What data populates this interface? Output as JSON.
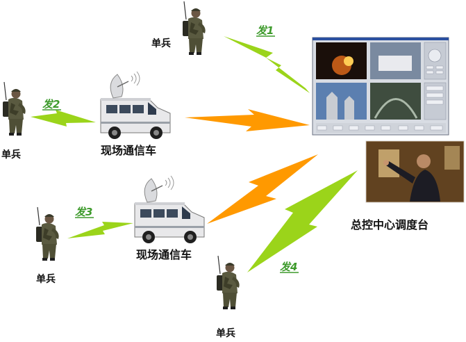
{
  "colors": {
    "green_bolt": "#9bd41a",
    "orange_bolt": "#ff9900",
    "send_label": "#3d9a2b",
    "text": "#111111",
    "uniform": "#5a5a40"
  },
  "links": [
    {
      "id": "fa1",
      "label": "发1"
    },
    {
      "id": "fa2",
      "label": "发2"
    },
    {
      "id": "fa3",
      "label": "发3"
    },
    {
      "id": "fa4",
      "label": "发4"
    }
  ],
  "nodes": {
    "soldier_top": "单兵",
    "soldier_left": "单兵",
    "soldier_mid": "单兵",
    "soldier_bottom": "单兵",
    "van_top": "现场通信车",
    "van_bottom": "现场通信车",
    "center": "总控中心调度台"
  }
}
